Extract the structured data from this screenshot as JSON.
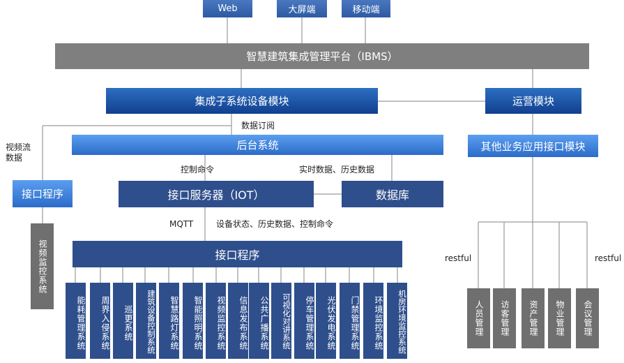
{
  "top_clients": [
    "Web",
    "大屏端",
    "移动端"
  ],
  "platform": "智慧建筑集成管理平台（IBMS）",
  "integration_module": "集成子系统设备模块",
  "operation_module": "运营模块",
  "other_api_module": "其他业务应用接口模块",
  "backend": "后台系统",
  "iot_server": "接口服务器（IOT）",
  "database": "数据库",
  "interface_left": "接口程序",
  "interface_main": "接口程序",
  "video_system": "视频监控系统",
  "labels": {
    "video_stream": "视频流\n数据",
    "data_subscribe": "数据订阅",
    "control_cmd": "控制命令",
    "realtime_hist": "实时数据、历史数据",
    "mqtt": "MQTT",
    "device_status": "设备状态、历史数据、控制命令",
    "restful_left": "restful",
    "restful_right": "restful"
  },
  "subsystems": [
    "能耗管理系统",
    "周界入侵系统",
    "巡更系统",
    "建筑设备控制系统",
    "智慧路灯系统",
    "智能照明系统",
    "视频监控系统",
    "信息发布系统",
    "公共广播系统",
    "可视化对讲系统",
    "停车管理系统",
    "光伏发电系统",
    "门禁管理系统",
    "环境监控系统",
    "机房环境监控系统"
  ],
  "business_modules": [
    "人员管理",
    "访客管理",
    "资产管理",
    "物业管理",
    "会议管理"
  ]
}
